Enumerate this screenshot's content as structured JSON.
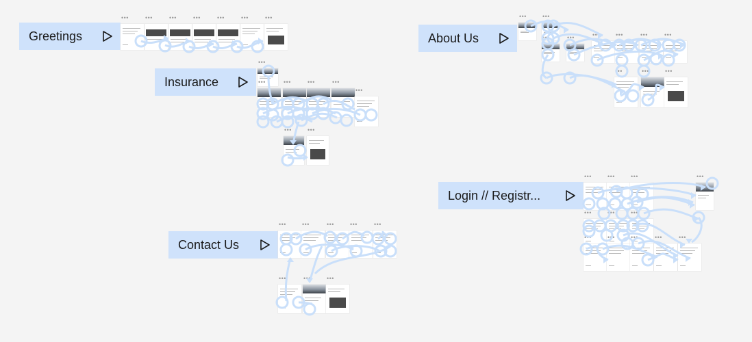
{
  "canvas": {
    "background": "#f4f4f4",
    "accent": "#cfe2fb",
    "connector_color": "#c9dffa"
  },
  "flows": [
    {
      "label": "Greetings",
      "icon": "play-icon"
    },
    {
      "label": "Insurance",
      "icon": "play-icon"
    },
    {
      "label": "About Us",
      "icon": "play-icon"
    },
    {
      "label": "Login // Registr...",
      "icon": "play-icon"
    },
    {
      "label": "Contact Us",
      "icon": "play-icon"
    }
  ],
  "frame_menu_glyph": "•••"
}
